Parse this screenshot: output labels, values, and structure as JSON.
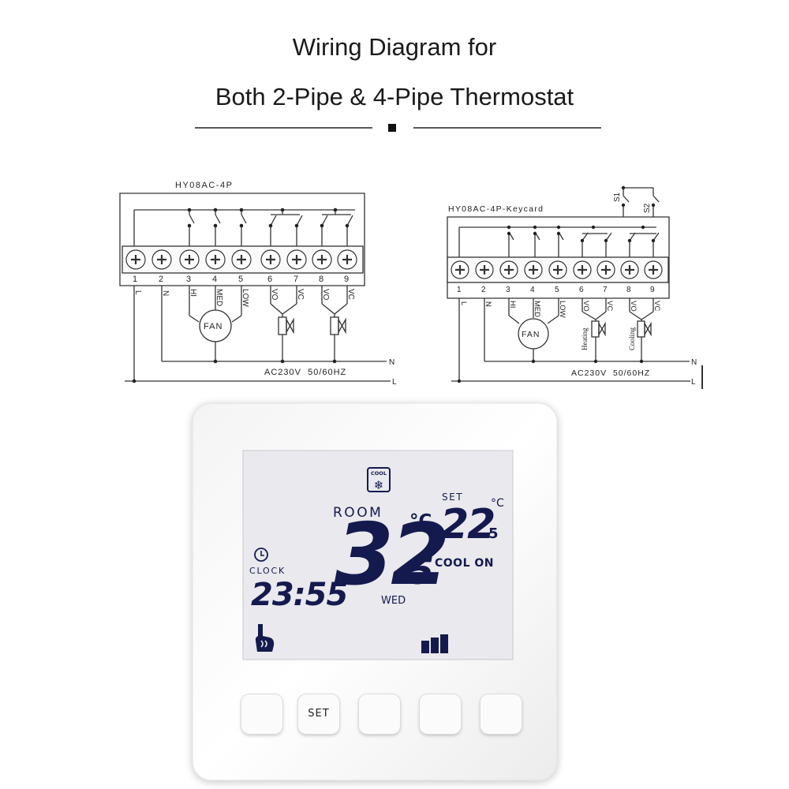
{
  "title": {
    "line1": "Wiring Diagram for",
    "line2": "Both 2-Pipe & 4-Pipe Thermostat"
  },
  "diagram_left": {
    "model": "HY08AC-4P",
    "terminals": [
      "1",
      "2",
      "3",
      "4",
      "5",
      "6",
      "7",
      "8",
      "9"
    ],
    "terminal_labels": [
      "L",
      "N",
      "HI",
      "MED",
      "LOW",
      "VO",
      "VC",
      "VO",
      "VC"
    ],
    "fan": "FAN",
    "supply": "AC230V  50/60HZ",
    "line_n": "N",
    "line_l": "L"
  },
  "diagram_right": {
    "model": "HY08AC-4P-Keycard",
    "switch_1": "S1",
    "switch_2": "S2",
    "terminals": [
      "1",
      "2",
      "3",
      "4",
      "5",
      "6",
      "7",
      "8",
      "9"
    ],
    "terminal_labels": [
      "L",
      "N",
      "HI",
      "MED",
      "LOW",
      "VO",
      "VC",
      "VO",
      "VC"
    ],
    "fan": "FAN",
    "valve_heating": "Heating",
    "valve_cooling": "Cooling",
    "supply": "AC230V  50/60HZ",
    "line_n": "N",
    "line_l": "L"
  },
  "display": {
    "mode_icon_label": "COOL",
    "room_label": "ROOM",
    "room_temp_int": "32",
    "room_temp_dec": "5",
    "room_unit": "°C",
    "set_label": "SET",
    "set_temp_int": "22",
    "set_temp_dec": "5",
    "set_unit": "°C",
    "status": "COOL ON",
    "clock_label": "CLOCK",
    "clock_time": "23:55",
    "day": "WED",
    "fan_speed_bars": 3
  },
  "buttons": {
    "set_label": "SET"
  },
  "colors": {
    "lcd_background": "#e9e9ee",
    "lcd_text": "#141a4e",
    "line_art": "#333333"
  }
}
